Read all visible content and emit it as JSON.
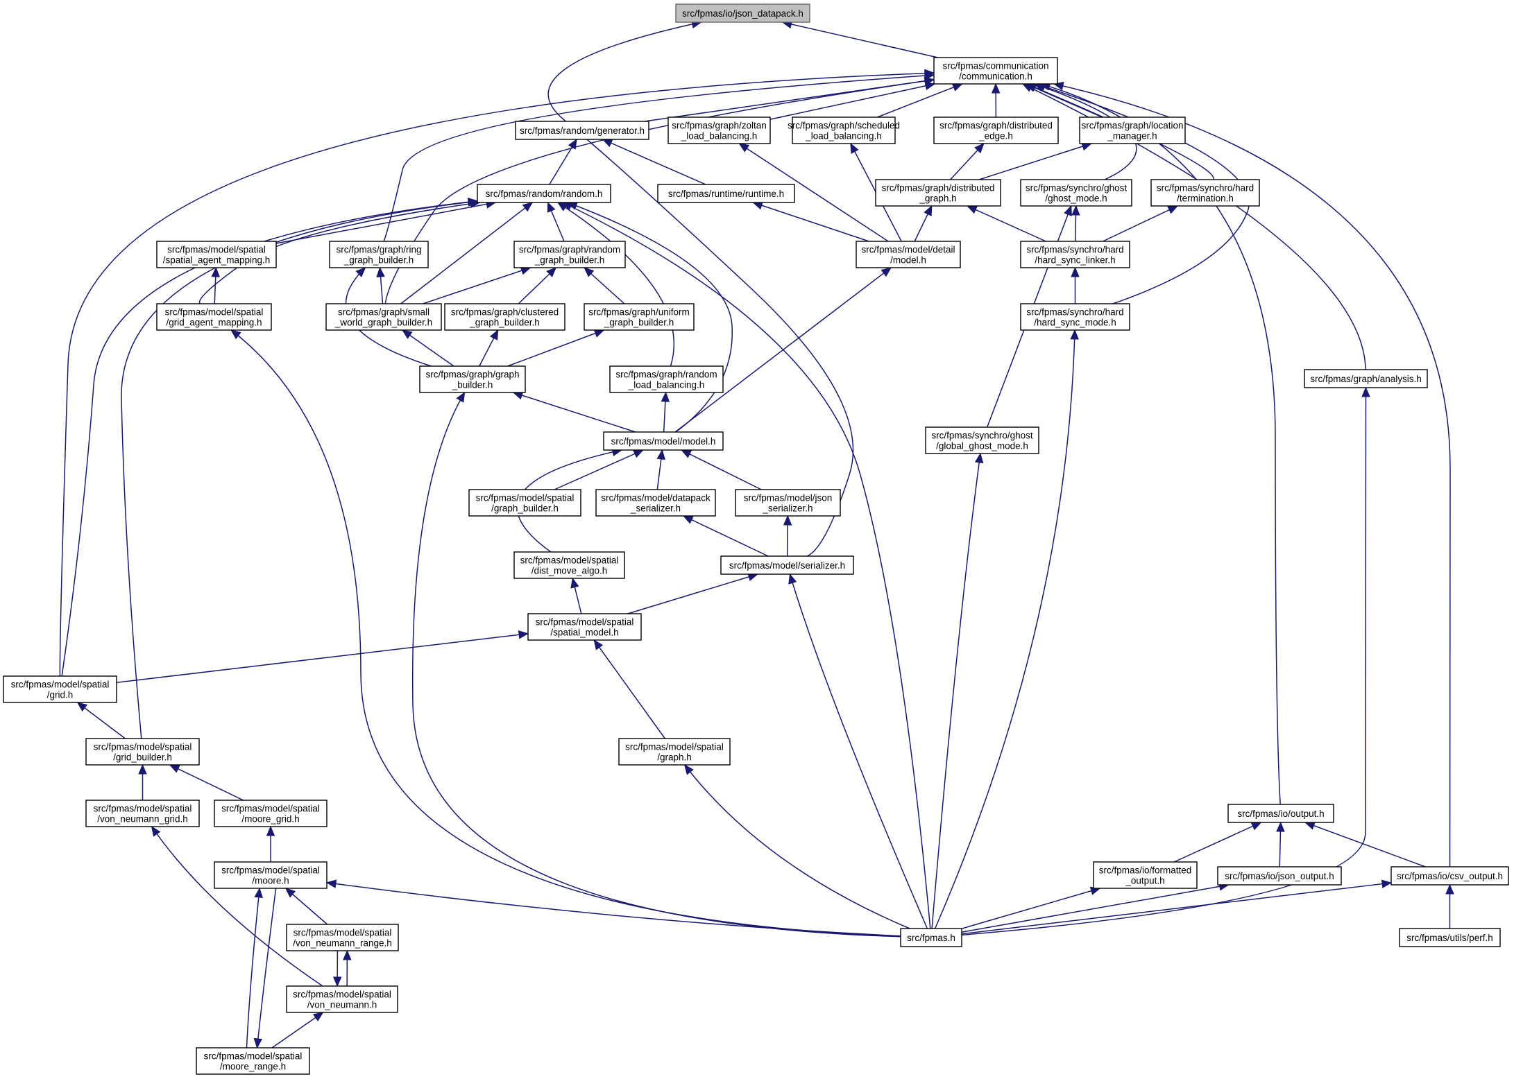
{
  "graph": {
    "nodes": [
      {
        "id": "json_datapack",
        "lines": [
          "src/fpmas/io/json_datapack.h"
        ],
        "root": true
      },
      {
        "id": "communication",
        "lines": [
          "src/fpmas/communication",
          "/communication.h"
        ]
      },
      {
        "id": "generator",
        "lines": [
          "src/fpmas/random/generator.h"
        ]
      },
      {
        "id": "zoltan_lb",
        "lines": [
          "src/fpmas/graph/zoltan",
          "_load_balancing.h"
        ]
      },
      {
        "id": "scheduled_lb",
        "lines": [
          "src/fpmas/graph/scheduled",
          "_load_balancing.h"
        ]
      },
      {
        "id": "dist_edge",
        "lines": [
          "src/fpmas/graph/distributed",
          "_edge.h"
        ]
      },
      {
        "id": "location_mgr",
        "lines": [
          "src/fpmas/graph/location",
          "_manager.h"
        ]
      },
      {
        "id": "random",
        "lines": [
          "src/fpmas/random/random.h"
        ]
      },
      {
        "id": "runtime",
        "lines": [
          "src/fpmas/runtime/runtime.h"
        ]
      },
      {
        "id": "dist_graph",
        "lines": [
          "src/fpmas/graph/distributed",
          "_graph.h"
        ]
      },
      {
        "id": "ghost_mode",
        "lines": [
          "src/fpmas/synchro/ghost",
          "/ghost_mode.h"
        ]
      },
      {
        "id": "termination",
        "lines": [
          "src/fpmas/synchro/hard",
          "/termination.h"
        ]
      },
      {
        "id": "spatial_agent_mapping",
        "lines": [
          "src/fpmas/model/spatial",
          "/spatial_agent_mapping.h"
        ]
      },
      {
        "id": "ring_gb",
        "lines": [
          "src/fpmas/graph/ring",
          "_graph_builder.h"
        ]
      },
      {
        "id": "random_gb",
        "lines": [
          "src/fpmas/graph/random",
          "_graph_builder.h"
        ]
      },
      {
        "id": "detail_model",
        "lines": [
          "src/fpmas/model/detail",
          "/model.h"
        ]
      },
      {
        "id": "hard_sync_linker",
        "lines": [
          "src/fpmas/synchro/hard",
          "/hard_sync_linker.h"
        ]
      },
      {
        "id": "grid_agent_mapping",
        "lines": [
          "src/fpmas/model/spatial",
          "/grid_agent_mapping.h"
        ]
      },
      {
        "id": "small_world_gb",
        "lines": [
          "src/fpmas/graph/small",
          "_world_graph_builder.h"
        ]
      },
      {
        "id": "clustered_gb",
        "lines": [
          "src/fpmas/graph/clustered",
          "_graph_builder.h"
        ]
      },
      {
        "id": "uniform_gb",
        "lines": [
          "src/fpmas/graph/uniform",
          "_graph_builder.h"
        ]
      },
      {
        "id": "hard_sync_mode",
        "lines": [
          "src/fpmas/synchro/hard",
          "/hard_sync_mode.h"
        ]
      },
      {
        "id": "graph_builder",
        "lines": [
          "src/fpmas/graph/graph",
          "_builder.h"
        ]
      },
      {
        "id": "random_lb",
        "lines": [
          "src/fpmas/graph/random",
          "_load_balancing.h"
        ]
      },
      {
        "id": "analysis",
        "lines": [
          "src/fpmas/graph/analysis.h"
        ]
      },
      {
        "id": "model",
        "lines": [
          "src/fpmas/model/model.h"
        ]
      },
      {
        "id": "global_ghost_mode",
        "lines": [
          "src/fpmas/synchro/ghost",
          "/global_ghost_mode.h"
        ]
      },
      {
        "id": "spatial_gb",
        "lines": [
          "src/fpmas/model/spatial",
          "/graph_builder.h"
        ]
      },
      {
        "id": "datapack_ser",
        "lines": [
          "src/fpmas/model/datapack",
          "_serializer.h"
        ]
      },
      {
        "id": "json_ser",
        "lines": [
          "src/fpmas/model/json",
          "_serializer.h"
        ]
      },
      {
        "id": "dist_move_algo",
        "lines": [
          "src/fpmas/model/spatial",
          "/dist_move_algo.h"
        ]
      },
      {
        "id": "serializer",
        "lines": [
          "src/fpmas/model/serializer.h"
        ]
      },
      {
        "id": "spatial_model",
        "lines": [
          "src/fpmas/model/spatial",
          "/spatial_model.h"
        ]
      },
      {
        "id": "grid",
        "lines": [
          "src/fpmas/model/spatial",
          "/grid.h"
        ]
      },
      {
        "id": "grid_builder",
        "lines": [
          "src/fpmas/model/spatial",
          "/grid_builder.h"
        ]
      },
      {
        "id": "spatial_graph",
        "lines": [
          "src/fpmas/model/spatial",
          "/graph.h"
        ]
      },
      {
        "id": "von_neumann_grid",
        "lines": [
          "src/fpmas/model/spatial",
          "/von_neumann_grid.h"
        ]
      },
      {
        "id": "moore_grid",
        "lines": [
          "src/fpmas/model/spatial",
          "/moore_grid.h"
        ]
      },
      {
        "id": "output",
        "lines": [
          "src/fpmas/io/output.h"
        ]
      },
      {
        "id": "moore",
        "lines": [
          "src/fpmas/model/spatial",
          "/moore.h"
        ]
      },
      {
        "id": "formatted_output",
        "lines": [
          "src/fpmas/io/formatted",
          "_output.h"
        ]
      },
      {
        "id": "json_output",
        "lines": [
          "src/fpmas/io/json_output.h"
        ]
      },
      {
        "id": "csv_output",
        "lines": [
          "src/fpmas/io/csv_output.h"
        ]
      },
      {
        "id": "von_neumann_range",
        "lines": [
          "src/fpmas/model/spatial",
          "/von_neumann_range.h"
        ]
      },
      {
        "id": "fpmas",
        "lines": [
          "src/fpmas.h"
        ]
      },
      {
        "id": "perf",
        "lines": [
          "src/fpmas/utils/perf.h"
        ]
      },
      {
        "id": "von_neumann",
        "lines": [
          "src/fpmas/model/spatial",
          "/von_neumann.h"
        ]
      },
      {
        "id": "moore_range",
        "lines": [
          "src/fpmas/model/spatial",
          "/moore_range.h"
        ]
      }
    ],
    "edges": [
      {
        "from": "communication",
        "to": "json_datapack"
      },
      {
        "from": "serializer",
        "to": "json_datapack"
      },
      {
        "from": "generator",
        "to": "communication"
      },
      {
        "from": "zoltan_lb",
        "to": "communication"
      },
      {
        "from": "scheduled_lb",
        "to": "communication"
      },
      {
        "from": "dist_edge",
        "to": "communication"
      },
      {
        "from": "location_mgr",
        "to": "communication"
      },
      {
        "from": "ring_gb",
        "to": "communication"
      },
      {
        "from": "small_world_gb",
        "to": "communication"
      },
      {
        "from": "grid",
        "to": "communication"
      },
      {
        "from": "ghost_mode",
        "to": "communication"
      },
      {
        "from": "termination",
        "to": "communication"
      },
      {
        "from": "hard_sync_mode",
        "to": "communication"
      },
      {
        "from": "analysis",
        "to": "communication"
      },
      {
        "from": "output",
        "to": "communication"
      },
      {
        "from": "csv_output",
        "to": "communication"
      },
      {
        "from": "random",
        "to": "generator"
      },
      {
        "from": "runtime",
        "to": "generator"
      },
      {
        "from": "detail_model",
        "to": "zoltan_lb"
      },
      {
        "from": "detail_model",
        "to": "scheduled_lb"
      },
      {
        "from": "dist_graph",
        "to": "dist_edge"
      },
      {
        "from": "dist_graph",
        "to": "location_mgr"
      },
      {
        "from": "detail_model",
        "to": "runtime"
      },
      {
        "from": "detail_model",
        "to": "dist_graph"
      },
      {
        "from": "hard_sync_linker",
        "to": "dist_graph"
      },
      {
        "from": "hard_sync_linker",
        "to": "ghost_mode"
      },
      {
        "from": "hard_sync_linker",
        "to": "termination"
      },
      {
        "from": "global_ghost_mode",
        "to": "ghost_mode"
      },
      {
        "from": "hard_sync_mode",
        "to": "hard_sync_linker"
      },
      {
        "from": "spatial_agent_mapping",
        "to": "random"
      },
      {
        "from": "grid_agent_mapping",
        "to": "random"
      },
      {
        "from": "small_world_gb",
        "to": "random"
      },
      {
        "from": "random_gb",
        "to": "random"
      },
      {
        "from": "random_lb",
        "to": "random"
      },
      {
        "from": "model",
        "to": "random"
      },
      {
        "from": "fpmas",
        "to": "random"
      },
      {
        "from": "grid",
        "to": "random"
      },
      {
        "from": "grid_builder",
        "to": "random"
      },
      {
        "from": "grid_agent_mapping",
        "to": "spatial_agent_mapping"
      },
      {
        "from": "small_world_gb",
        "to": "ring_gb"
      },
      {
        "from": "graph_builder",
        "to": "ring_gb"
      },
      {
        "from": "small_world_gb",
        "to": "random_gb"
      },
      {
        "from": "clustered_gb",
        "to": "random_gb"
      },
      {
        "from": "uniform_gb",
        "to": "random_gb"
      },
      {
        "from": "graph_builder",
        "to": "small_world_gb"
      },
      {
        "from": "graph_builder",
        "to": "clustered_gb"
      },
      {
        "from": "graph_builder",
        "to": "uniform_gb"
      },
      {
        "from": "model",
        "to": "graph_builder"
      },
      {
        "from": "fpmas",
        "to": "graph_builder"
      },
      {
        "from": "model",
        "to": "random_lb"
      },
      {
        "from": "model",
        "to": "detail_model"
      },
      {
        "from": "spatial_gb",
        "to": "model"
      },
      {
        "from": "datapack_ser",
        "to": "model"
      },
      {
        "from": "json_ser",
        "to": "model"
      },
      {
        "from": "dist_move_algo",
        "to": "model"
      },
      {
        "from": "serializer",
        "to": "datapack_ser"
      },
      {
        "from": "serializer",
        "to": "json_ser"
      },
      {
        "from": "spatial_model",
        "to": "dist_move_algo"
      },
      {
        "from": "spatial_model",
        "to": "serializer"
      },
      {
        "from": "fpmas",
        "to": "serializer"
      },
      {
        "from": "grid",
        "to": "spatial_model"
      },
      {
        "from": "spatial_graph",
        "to": "spatial_model"
      },
      {
        "from": "grid_builder",
        "to": "grid"
      },
      {
        "from": "von_neumann_grid",
        "to": "grid_builder"
      },
      {
        "from": "moore_grid",
        "to": "grid_builder"
      },
      {
        "from": "fpmas",
        "to": "spatial_graph"
      },
      {
        "from": "von_neumann",
        "to": "von_neumann_grid"
      },
      {
        "from": "moore",
        "to": "moore_grid"
      },
      {
        "from": "formatted_output",
        "to": "output"
      },
      {
        "from": "json_output",
        "to": "output"
      },
      {
        "from": "csv_output",
        "to": "output"
      },
      {
        "from": "fpmas",
        "to": "moore"
      },
      {
        "from": "von_neumann_range",
        "to": "moore"
      },
      {
        "from": "moore_range",
        "to": "moore"
      },
      {
        "from": "fpmas",
        "to": "formatted_output"
      },
      {
        "from": "fpmas",
        "to": "json_output"
      },
      {
        "from": "fpmas",
        "to": "csv_output"
      },
      {
        "from": "perf",
        "to": "csv_output"
      },
      {
        "from": "fpmas",
        "to": "grid_agent_mapping"
      },
      {
        "from": "fpmas",
        "to": "hard_sync_mode"
      },
      {
        "from": "fpmas",
        "to": "global_ghost_mode"
      },
      {
        "from": "fpmas",
        "to": "analysis"
      },
      {
        "from": "von_neumann",
        "to": "von_neumann_range"
      },
      {
        "from": "moore",
        "to": "moore_range"
      },
      {
        "from": "von_neumann_range",
        "to": "von_neumann"
      },
      {
        "from": "moore_range",
        "to": "von_neumann"
      }
    ]
  }
}
